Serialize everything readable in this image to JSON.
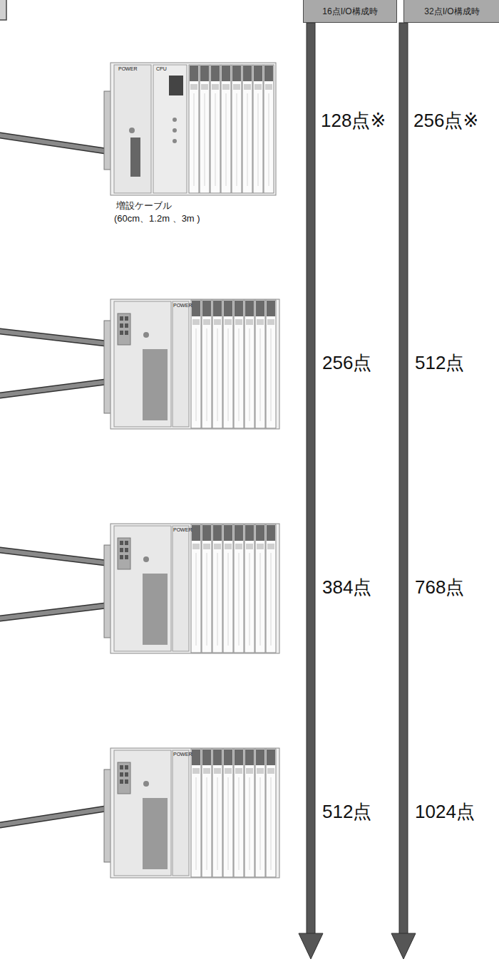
{
  "diagram": {
    "nodes": [
      {
        "text": [
          "16点I/O構成時"
        ]
      },
      {
        "text": [
          "32点I/O構成時"
        ]
      }
    ],
    "labels": [
      "128点※",
      "256点※",
      "増設ケーブル",
      "(60cm、1.2m 、3m )",
      "256点",
      "512点",
      "384点",
      "768点",
      "512点",
      "1024点",
      "POWER",
      "CPU",
      "POWER",
      "POWER",
      "POWER"
    ]
  }
}
